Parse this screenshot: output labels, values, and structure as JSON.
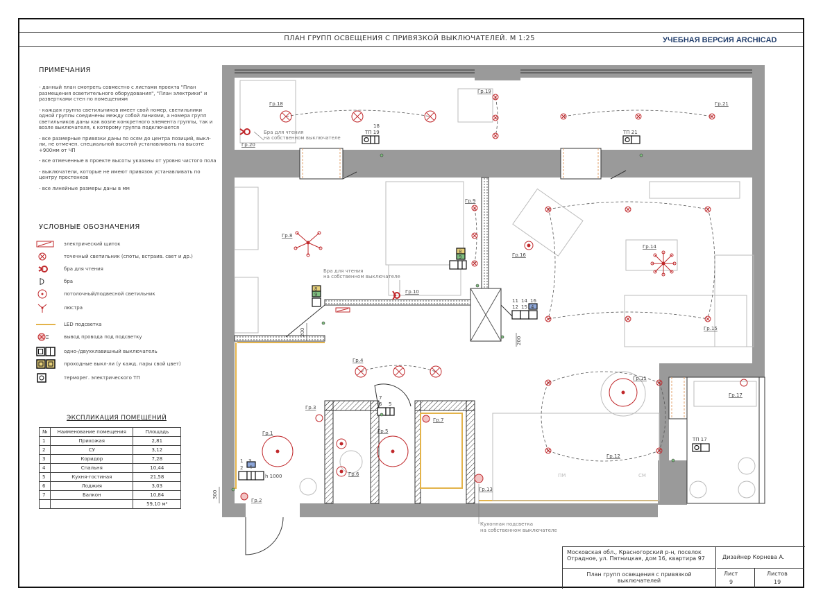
{
  "header": {
    "title": "ПЛАН ГРУПП ОСВЕЩЕНИЯ С ПРИВЯЗКОЙ ВЫКЛЮЧАТЕЛЕЙ. М 1:25",
    "edu_badge": "УЧЕБНАЯ ВЕРСИЯ ARCHICAD"
  },
  "notes": {
    "heading": "ПРИМЕЧАНИЯ",
    "items": [
      "- данный план смотреть совместно с листами проекта \"План размещения осветительного оборудования\", \"План электрики\" и развертками стен по помещениям",
      "- каждая группа светильников имеет свой номер, светильники одной группы соединены между собой линиями, а номера групп светильников даны как возле конкретного элемента группы, так и возле выключателя, к которому группа подключается",
      "- все размерные привязки даны по осям до центра позиций, выкл-ли, не отмечен. специальной высотой устанавливать на высоте +900мм от ЧП",
      "- все отмеченные в проекте высоты указаны от уровня чистого пола",
      "- выключатели, которые не имеют привязок устанавливать по центру простенков",
      "- все линейные размеры даны в мм"
    ]
  },
  "legend": {
    "heading": "УСЛОВНЫЕ ОБОЗНАЧЕНИЯ",
    "items": [
      {
        "label": "электрический щиток",
        "icon": "panel-icon"
      },
      {
        "label": "точечный светильник (споты, встраив. свет и др.)",
        "icon": "spot-icon"
      },
      {
        "label": "бра для чтения",
        "icon": "reading-lamp-icon"
      },
      {
        "label": "бра",
        "icon": "sconce-icon"
      },
      {
        "label": "потолочный/подвесной светильник",
        "icon": "ceiling-lamp-icon"
      },
      {
        "label": "люстра",
        "icon": "chandelier-icon"
      },
      {
        "label": "LED подсветка",
        "icon": "led-strip-icon"
      },
      {
        "label": "вывод провода под подсветку",
        "icon": "wire-outlet-icon"
      },
      {
        "label": "одно-/двухклавишный выключатель",
        "icon": "switch-icon"
      },
      {
        "label": "проходные выкл-ли (у кажд. пары свой цвет)",
        "icon": "pass-switch-icon"
      },
      {
        "label": "терморег. электрического ТП",
        "icon": "thermostat-icon"
      }
    ]
  },
  "explication": {
    "heading": "ЭКСПЛИКАЦИЯ ПОМЕЩЕНИЙ",
    "columns": [
      "№",
      "Наименование помещения",
      "Площадь"
    ],
    "rows": [
      [
        "1",
        "Прихожая",
        "2,81"
      ],
      [
        "2",
        "СУ",
        "3,12"
      ],
      [
        "3",
        "Коридор",
        "7,28"
      ],
      [
        "4",
        "Спальня",
        "10,44"
      ],
      [
        "5",
        "Кухня-гостиная",
        "21,58"
      ],
      [
        "6",
        "Лоджия",
        "3,03"
      ],
      [
        "7",
        "Балкон",
        "10,84"
      ],
      [
        "",
        "",
        "59,10 м²"
      ]
    ]
  },
  "plan": {
    "groups": [
      "Гр.1",
      "Гр.2",
      "Гр.3",
      "Гр.4",
      "Гр.5",
      "Гр.6",
      "Гр.7",
      "Гр.8",
      "Гр.9",
      "Гр.10",
      "Гр.11",
      "Гр.12",
      "Гр.13",
      "Гр.14",
      "Гр.15",
      "Гр.16",
      "Гр.17",
      "Гр.18",
      "Гр.19",
      "Гр.20",
      "Гр.21"
    ],
    "annotations": {
      "reading_lamp_1": "Бра для чтения",
      "reading_lamp_1b": "на собственном выключателе",
      "reading_lamp_2": "Бра для чтения",
      "reading_lamp_2b": "на собственном выключателе",
      "kitchen_led": "Кухонная подсветка",
      "kitchen_led_b": "на собственном выключателе"
    },
    "switch_labels": {
      "tp19": "ТП 19",
      "tp19_n": "18",
      "tp21": "ТП 21",
      "tp17": "ТП 17",
      "s8": "8",
      "s9": "9",
      "s8b": "8",
      "s9b": "9",
      "s11": "11",
      "s12": "12",
      "s14": "14",
      "s15": "15",
      "s16": "16",
      "s4": "4",
      "s7": "7",
      "s6": "6",
      "s5": "5",
      "s1": "1",
      "s2": "2",
      "s3": "3",
      "s4b": "4"
    },
    "dims": {
      "d200a": "200",
      "d200b": "200",
      "d300": "300",
      "h1000": "h 1000"
    },
    "kitchen_labels": {
      "pm": "ПМ",
      "sm": "СМ"
    }
  },
  "title_block": {
    "address": "Московская обл., Красногорский р-н, поселок Отрадное, ул. Пятницкая, дом 16, квартира 97",
    "designer": "Дизайнер Корнева А.",
    "sheet_name": "План групп освещения с привязкой выключателей",
    "sheet_label": "Лист",
    "sheet_no": "9",
    "sheets_label": "Листов",
    "sheets_total": "19"
  },
  "colors": {
    "wall": "#9a9a9a",
    "red": "#c0282b",
    "led": "#e3b34a",
    "switch_blue": "#8da6d8",
    "switch_green": "#7fbf7f",
    "switch_yellow": "#e6d07a"
  }
}
